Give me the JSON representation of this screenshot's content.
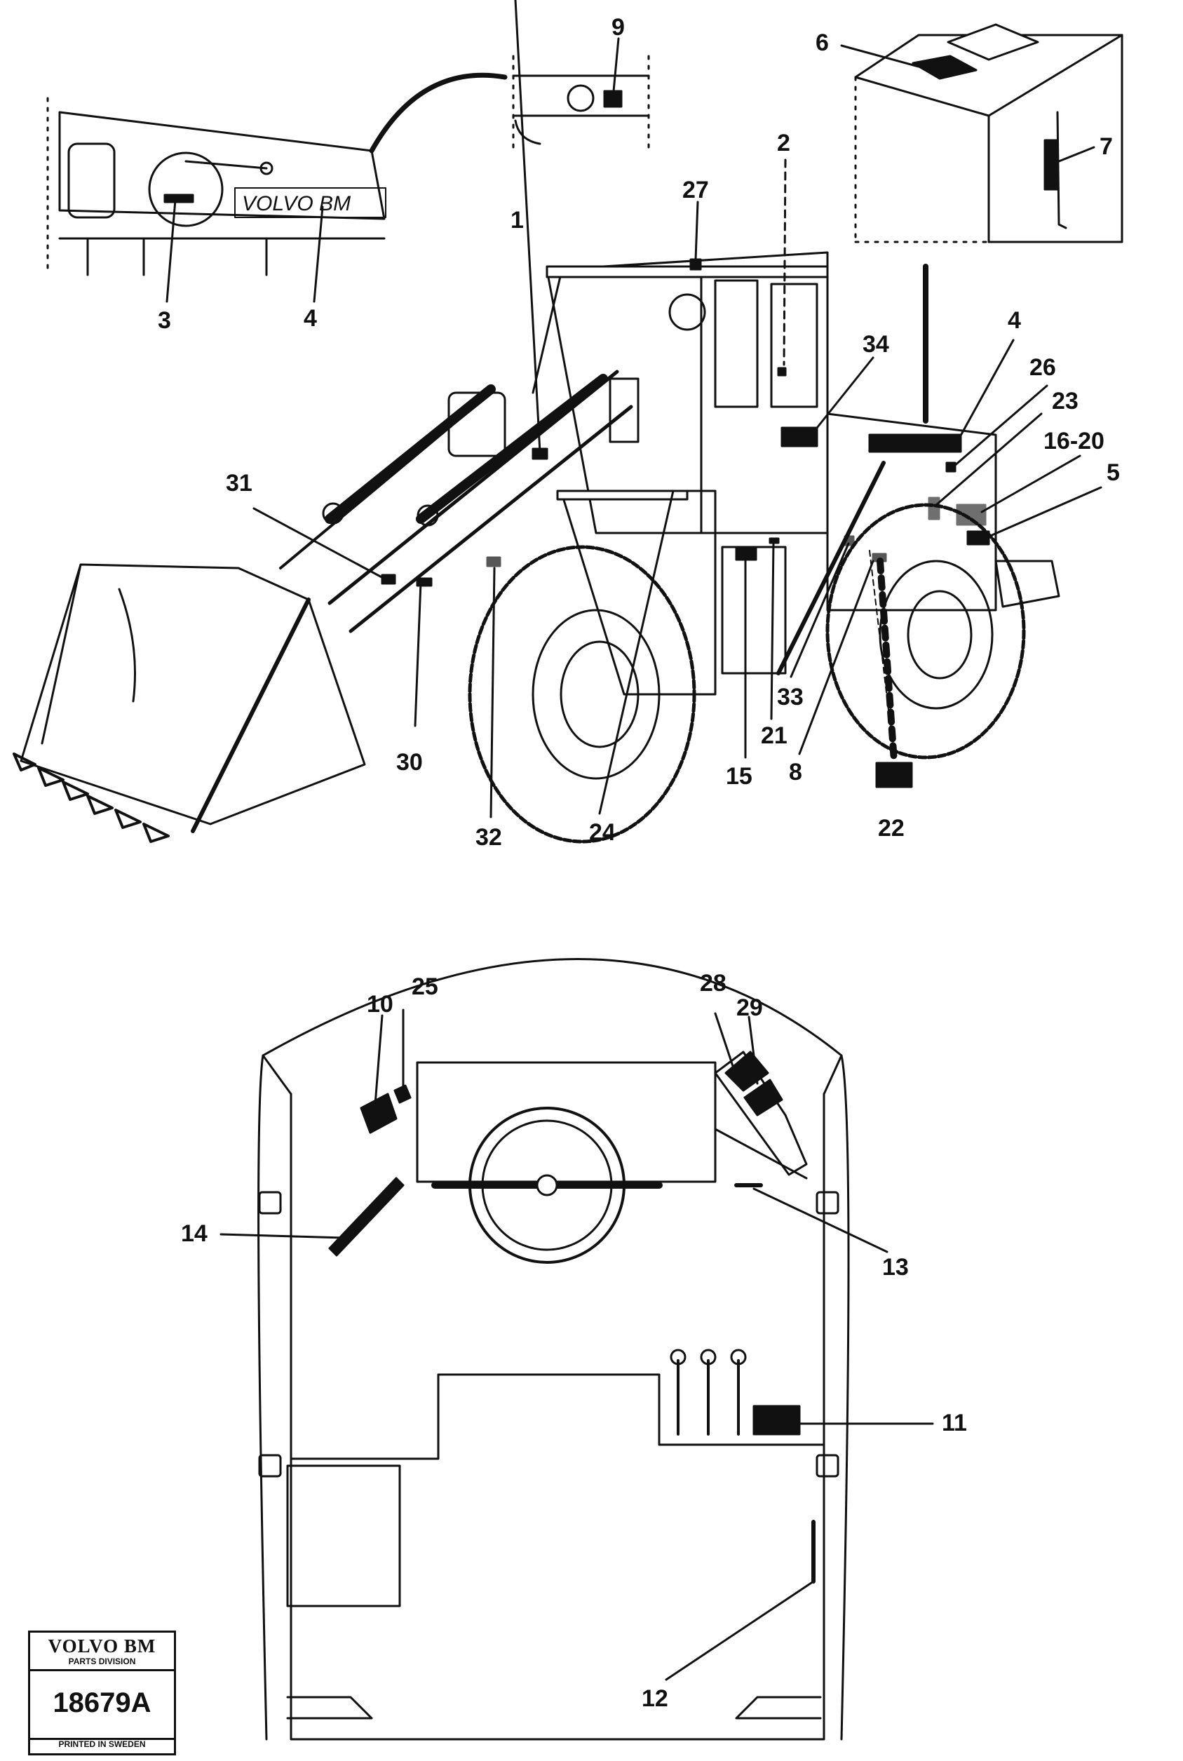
{
  "callouts": [
    {
      "id": "c1",
      "label": "1"
    },
    {
      "id": "c2",
      "label": "2"
    },
    {
      "id": "c3",
      "label": "3"
    },
    {
      "id": "c4a",
      "label": "4"
    },
    {
      "id": "c4b",
      "label": "4"
    },
    {
      "id": "c5",
      "label": "5"
    },
    {
      "id": "c6",
      "label": "6"
    },
    {
      "id": "c7",
      "label": "7"
    },
    {
      "id": "c8",
      "label": "8"
    },
    {
      "id": "c9",
      "label": "9"
    },
    {
      "id": "c10",
      "label": "10"
    },
    {
      "id": "c11",
      "label": "11"
    },
    {
      "id": "c12",
      "label": "12"
    },
    {
      "id": "c13",
      "label": "13"
    },
    {
      "id": "c14",
      "label": "14"
    },
    {
      "id": "c15",
      "label": "15"
    },
    {
      "id": "c1620",
      "label": "16-20"
    },
    {
      "id": "c21",
      "label": "21"
    },
    {
      "id": "c22",
      "label": "22"
    },
    {
      "id": "c23",
      "label": "23"
    },
    {
      "id": "c24",
      "label": "24"
    },
    {
      "id": "c25",
      "label": "25"
    },
    {
      "id": "c26",
      "label": "26"
    },
    {
      "id": "c27",
      "label": "27"
    },
    {
      "id": "c28",
      "label": "28"
    },
    {
      "id": "c29",
      "label": "29"
    },
    {
      "id": "c30",
      "label": "30"
    },
    {
      "id": "c31",
      "label": "31"
    },
    {
      "id": "c32",
      "label": "32"
    },
    {
      "id": "c33",
      "label": "33"
    },
    {
      "id": "c34",
      "label": "34"
    }
  ],
  "panel_text": "VOLVO BM",
  "brand": {
    "name": "VOLVO BM",
    "division": "PARTS DIVISION",
    "code": "18679A",
    "footer": "PRINTED IN SWEDEN"
  }
}
